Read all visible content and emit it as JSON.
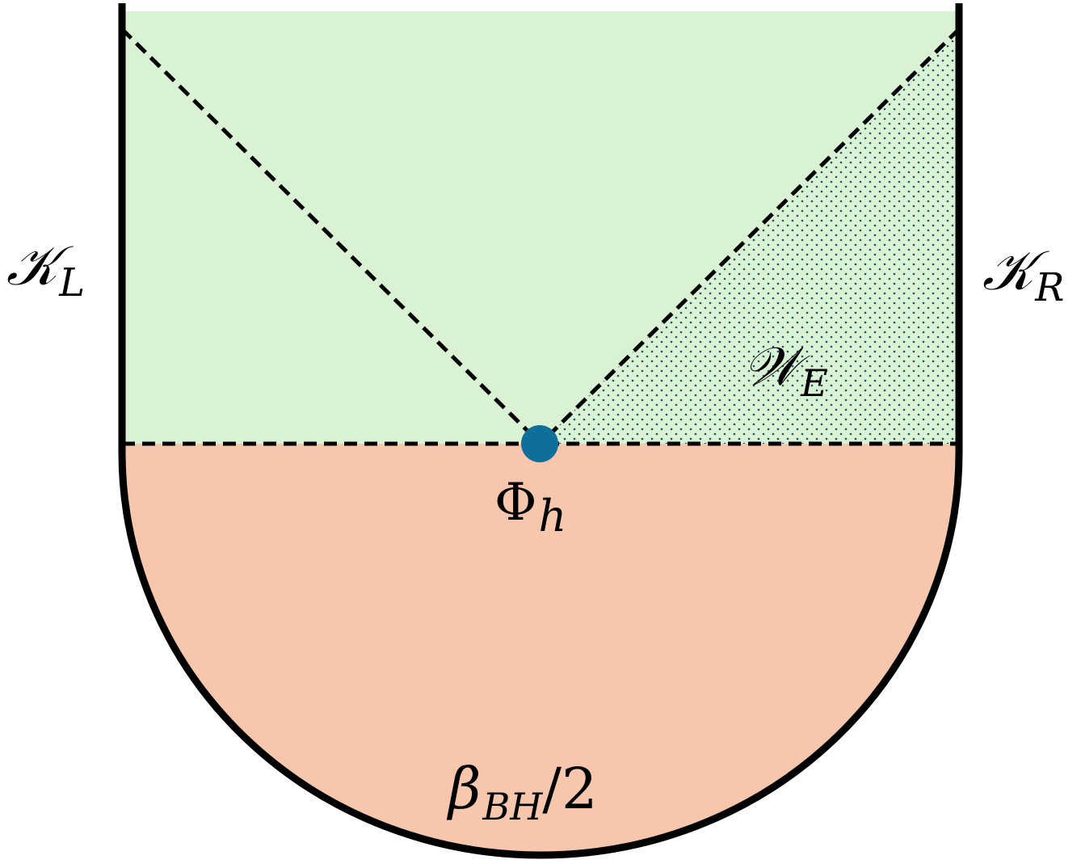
{
  "labels": {
    "left_boundary": {
      "main": "𝒦",
      "sub": "L"
    },
    "right_boundary": {
      "main": "𝒦",
      "sub": "R"
    },
    "wedge": {
      "main": "𝒲",
      "sub": "E"
    },
    "point": {
      "main": "Φ",
      "sub": "h"
    },
    "euclidean": {
      "main": "β",
      "sub": "BH",
      "tail": "/2"
    }
  },
  "colors": {
    "lorentzian_region": "#d9f2d3",
    "euclidean_region": "#f6c6ad",
    "point": "#0f6e9a",
    "stipple": "#1e4f6e",
    "outline": "#000000"
  }
}
